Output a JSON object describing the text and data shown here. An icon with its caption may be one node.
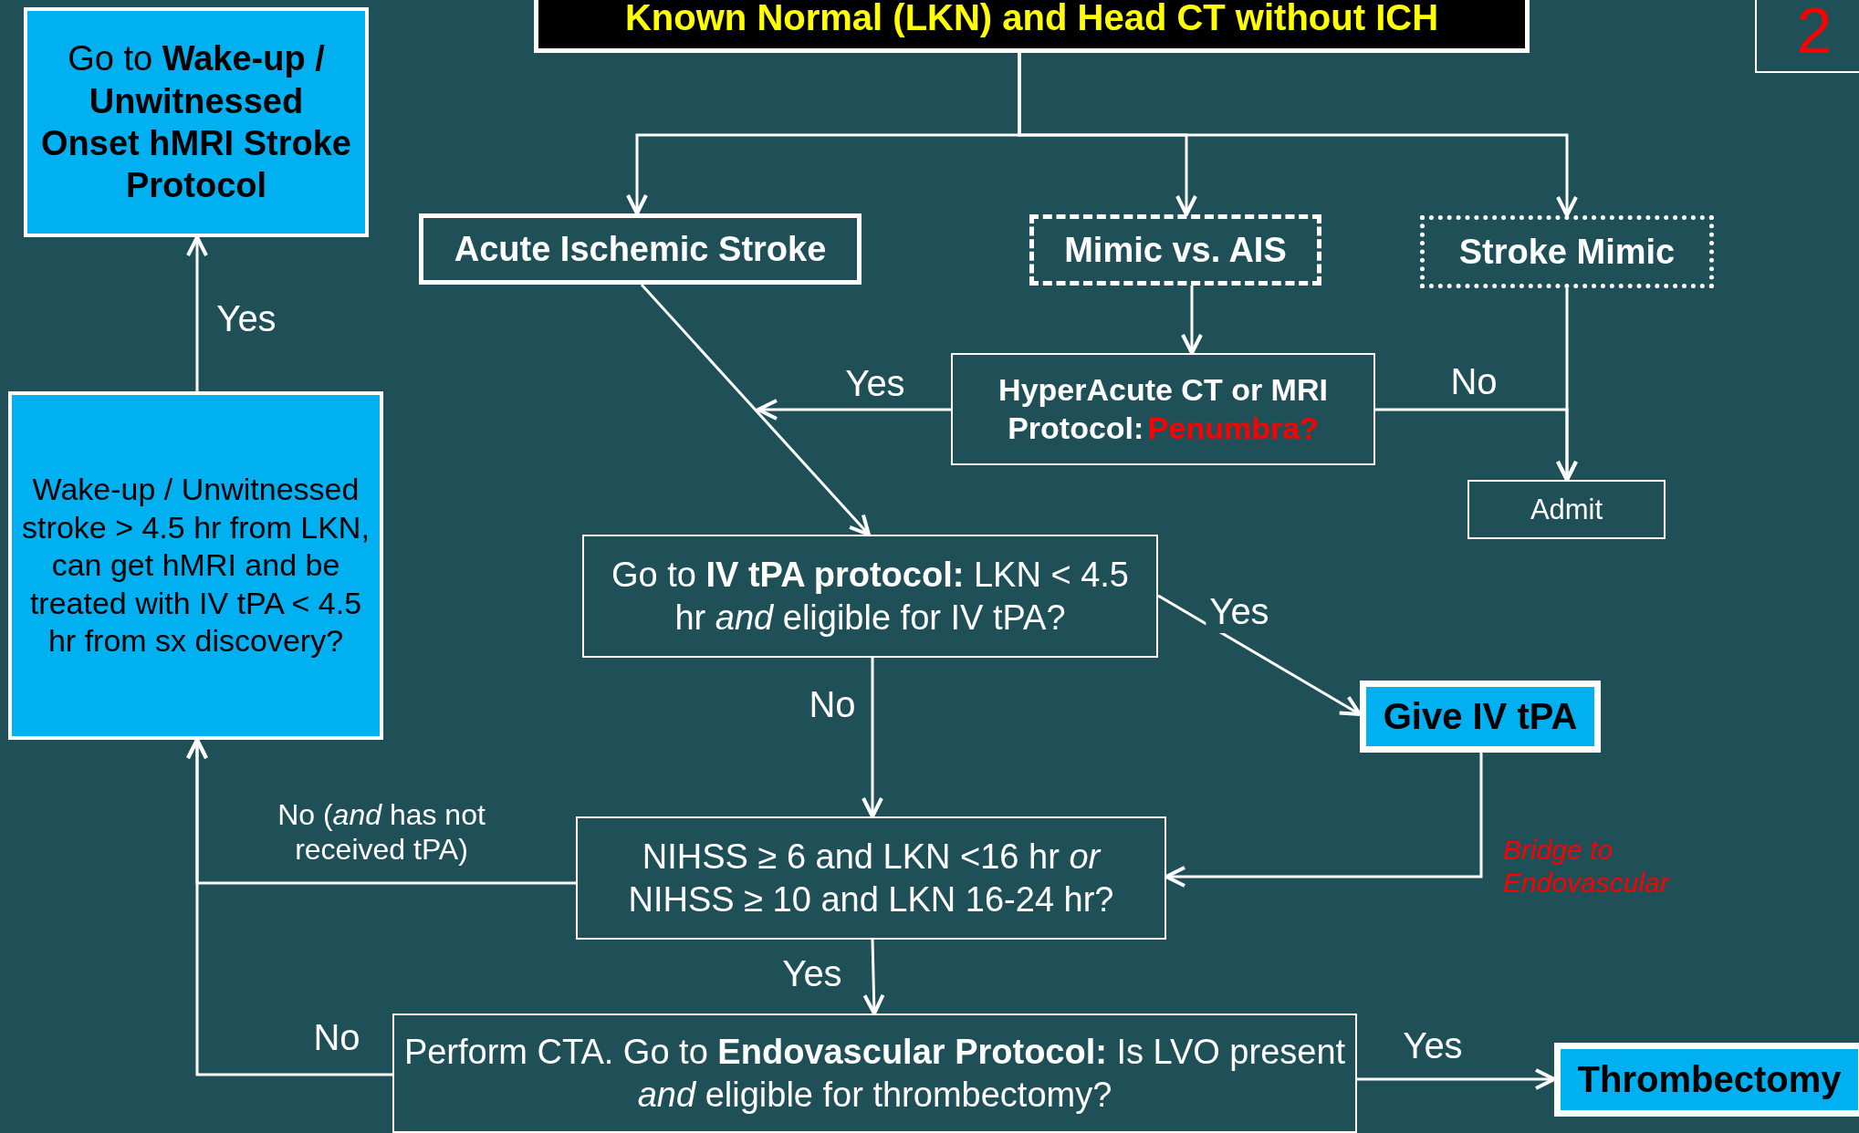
{
  "diagram": {
    "nodes": [
      {
        "text": [
          "Known Normal (LKN) and Head CT without ICH"
        ]
      },
      {
        "text": [
          "2"
        ]
      },
      {
        "text": [
          "Go to **Wake-up / Unwitnessed Onset hMRI Stroke Protocol**"
        ]
      },
      {
        "text": [
          "Acute Ischemic Stroke"
        ]
      },
      {
        "text": [
          "Mimic vs. AIS"
        ]
      },
      {
        "text": [
          "Stroke Mimic"
        ]
      },
      {
        "text": [
          "HyperAcute CT or MRI Protocol:",
          "Penumbra?"
        ]
      },
      {
        "text": [
          "Admit"
        ]
      },
      {
        "text": [
          "Wake-up / Unwitnessed stroke > 4.5 hr from LKN, can get hMRI and be treated with IV tPA < 4.5 hr from sx discovery?"
        ]
      },
      {
        "text": [
          "Go to **IV tPA protocol:** LKN < 4.5 hr *and* eligible for IV tPA?"
        ]
      },
      {
        "text": [
          "Give IV tPA"
        ]
      },
      {
        "text": [
          "NIHSS ≥ 6 and LKN <16 hr *or* NIHSS ≥ 10 and LKN 16-24 hr?"
        ]
      },
      {
        "text": [
          "Perform CTA.  Go to **Endovascular Protocol:** Is LVO present *and* eligible for thrombectomy?"
        ]
      },
      {
        "text": [
          "Thrombectomy"
        ]
      }
    ],
    "edges": [
      {
        "from": 0,
        "to": 3,
        "arrow": "to"
      },
      {
        "from": 0,
        "to": 4,
        "arrow": "to"
      },
      {
        "from": 0,
        "to": 5,
        "arrow": "to"
      },
      {
        "from": 4,
        "to": 6,
        "arrow": "to"
      },
      {
        "from": 6,
        "to": null,
        "arrow": "to",
        "label": "Yes"
      },
      {
        "from": 6,
        "to": 7,
        "arrow": "to",
        "label": "No"
      },
      {
        "from": 5,
        "to": 7,
        "arrow": "to"
      },
      {
        "from": 3,
        "to": 9,
        "arrow": "to"
      },
      {
        "from": 9,
        "to": 10,
        "arrow": "to",
        "label": "Yes"
      },
      {
        "from": 9,
        "to": 11,
        "arrow": "to",
        "label": "No"
      },
      {
        "from": 10,
        "to": 11,
        "arrow": "to",
        "label": "*Bridge to Endovascular*"
      },
      {
        "from": 11,
        "to": 12,
        "arrow": "to",
        "label": "Yes"
      },
      {
        "from": 11,
        "to": 8,
        "arrow": "to",
        "label": "No (*and* has not received tPA)"
      },
      {
        "from": 12,
        "to": 8,
        "arrow": "to",
        "label": "No"
      },
      {
        "from": 12,
        "to": 13,
        "arrow": "to",
        "label": "Yes"
      },
      {
        "from": 8,
        "to": 2,
        "arrow": "to",
        "label": "Yes"
      }
    ]
  }
}
